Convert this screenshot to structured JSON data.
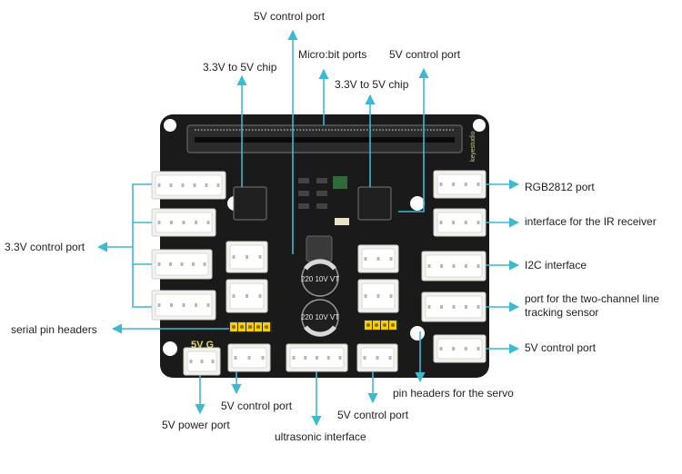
{
  "labels": {
    "top_5v_control_port": "5V control port",
    "microbit_ports": "Micro:bit ports",
    "right_5v_control_port_top": "5V control port",
    "chip_left": "3.3V to 5V chip",
    "chip_right": "3.3V to 5V chip",
    "rgb_port": "RGB2812 port",
    "ir_receiver": "interface for the IR receiver",
    "i2c": "I2C interface",
    "line_tracking": "port for the two-channel line tracking sensor",
    "right_5v_control_port": "5V control port",
    "pin_headers_servo": "pin headers for the servo",
    "control_33v": "3.3V control port",
    "serial_pin_headers": "serial pin headers",
    "power_5v": "5V power port",
    "bottom_5v_control_left": "5V control port",
    "bottom_5v_control_right": "5V control port",
    "ultrasonic": "ultrasonic interface"
  },
  "board": {
    "brand": "keyestudio",
    "power_mark": "5V  G",
    "capacitor_marking": "220 10V VT"
  },
  "colors": {
    "board": "#1a1a1a",
    "callout_line": "#3db9d3",
    "connector": "#f2f2ef",
    "silkscreen": "#e2d36a",
    "header_yellow": "#f5d000"
  }
}
